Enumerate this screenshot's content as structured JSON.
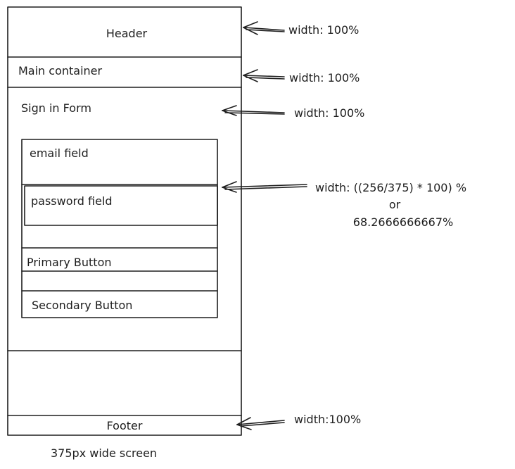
{
  "wireframe": {
    "header": "Header",
    "main_container": "Main container",
    "sign_in_form": "Sign in Form",
    "email_field": "email field",
    "password_field": "password field",
    "primary_button": "Primary Button",
    "secondary_button": "Secondary Button",
    "footer": "Footer",
    "caption": "375px wide screen"
  },
  "annotations": {
    "header_width": "width: 100%",
    "main_width": "width: 100%",
    "form_width": "width: 100%",
    "fields_width_line1": "width: ((256/375) * 100) %",
    "fields_width_line2": "or",
    "fields_width_line3": "68.2666666667%",
    "footer_width": "width:100%"
  }
}
